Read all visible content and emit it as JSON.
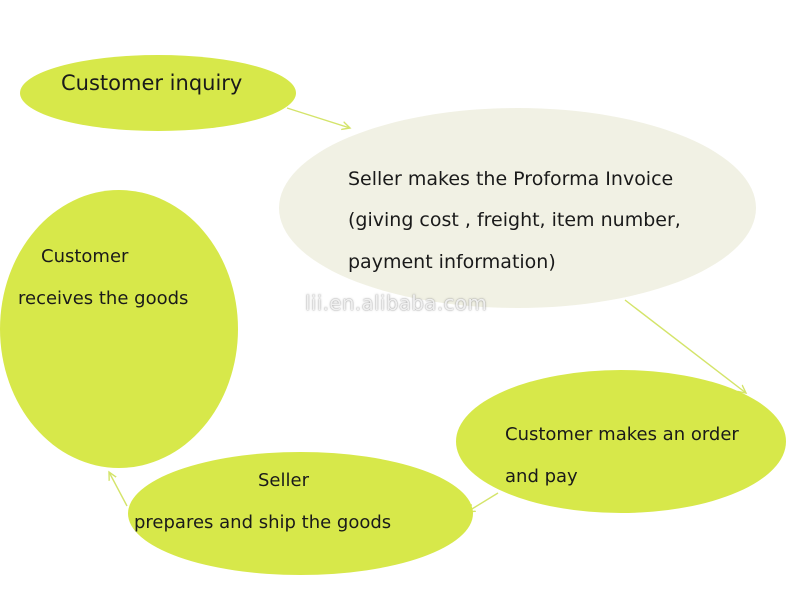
{
  "diagram": {
    "nodes": [
      {
        "id": "customer-inquiry",
        "lines": [
          "Customer inquiry"
        ]
      },
      {
        "id": "proforma-invoice",
        "lines": [
          "Seller makes the Proforma Invoice",
          "(giving cost , freight, item number,",
          "payment information)"
        ]
      },
      {
        "id": "order-and-pay",
        "lines": [
          "Customer makes an order",
          "and pay"
        ]
      },
      {
        "id": "ship-goods",
        "lines": [
          "Seller",
          "prepares and ship the goods"
        ]
      },
      {
        "id": "receive-goods",
        "lines": [
          "Customer",
          "receives the goods"
        ]
      }
    ],
    "edges": [
      {
        "from": "customer-inquiry",
        "to": "proforma-invoice"
      },
      {
        "from": "proforma-invoice",
        "to": "order-and-pay"
      },
      {
        "from": "order-and-pay",
        "to": "ship-goods"
      },
      {
        "from": "ship-goods",
        "to": "receive-goods"
      }
    ],
    "colors": {
      "node_fill": "#d7e84a",
      "invoice_fill": "#f1f1e4",
      "arrow": "#d4e46a"
    }
  },
  "watermark": "lii.en.alibaba.com"
}
